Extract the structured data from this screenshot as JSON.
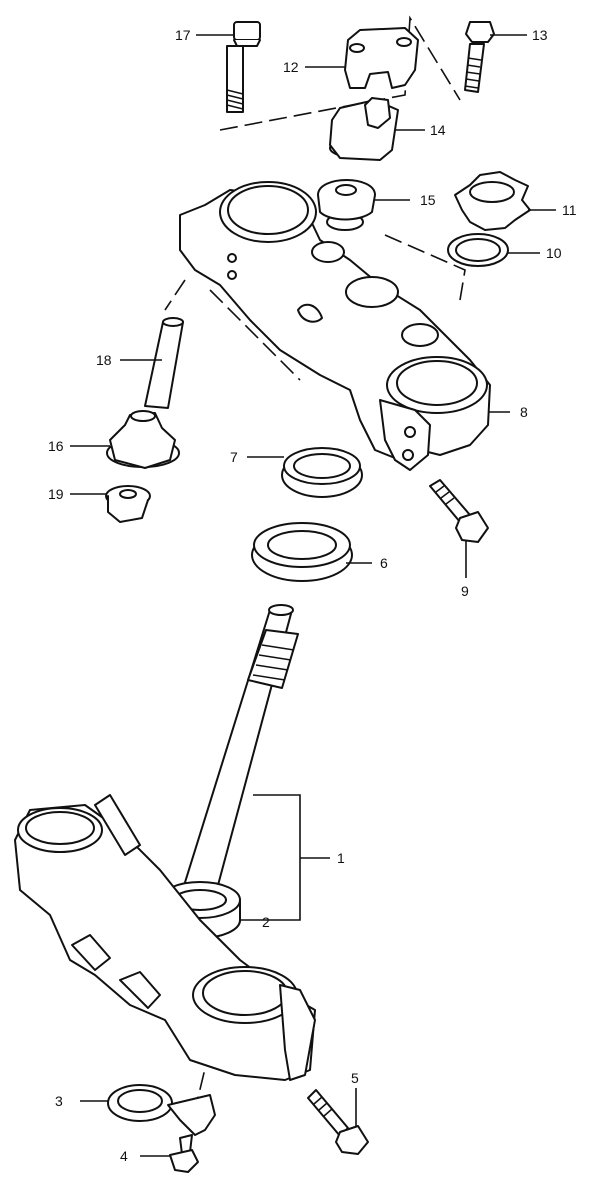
{
  "diagram": {
    "callouts": [
      {
        "id": "p1",
        "label": "1"
      },
      {
        "id": "p2",
        "label": "2"
      },
      {
        "id": "p3",
        "label": "3"
      },
      {
        "id": "p4",
        "label": "4"
      },
      {
        "id": "p5",
        "label": "5"
      },
      {
        "id": "p6",
        "label": "6"
      },
      {
        "id": "p7",
        "label": "7"
      },
      {
        "id": "p8",
        "label": "8"
      },
      {
        "id": "p9",
        "label": "9"
      },
      {
        "id": "p10",
        "label": "10"
      },
      {
        "id": "p11",
        "label": "11"
      },
      {
        "id": "p12",
        "label": "12"
      },
      {
        "id": "p13",
        "label": "13"
      },
      {
        "id": "p14",
        "label": "14"
      },
      {
        "id": "p15",
        "label": "15"
      },
      {
        "id": "p16",
        "label": "16"
      },
      {
        "id": "p17",
        "label": "17"
      },
      {
        "id": "p18",
        "label": "18"
      },
      {
        "id": "p19",
        "label": "19"
      }
    ]
  }
}
